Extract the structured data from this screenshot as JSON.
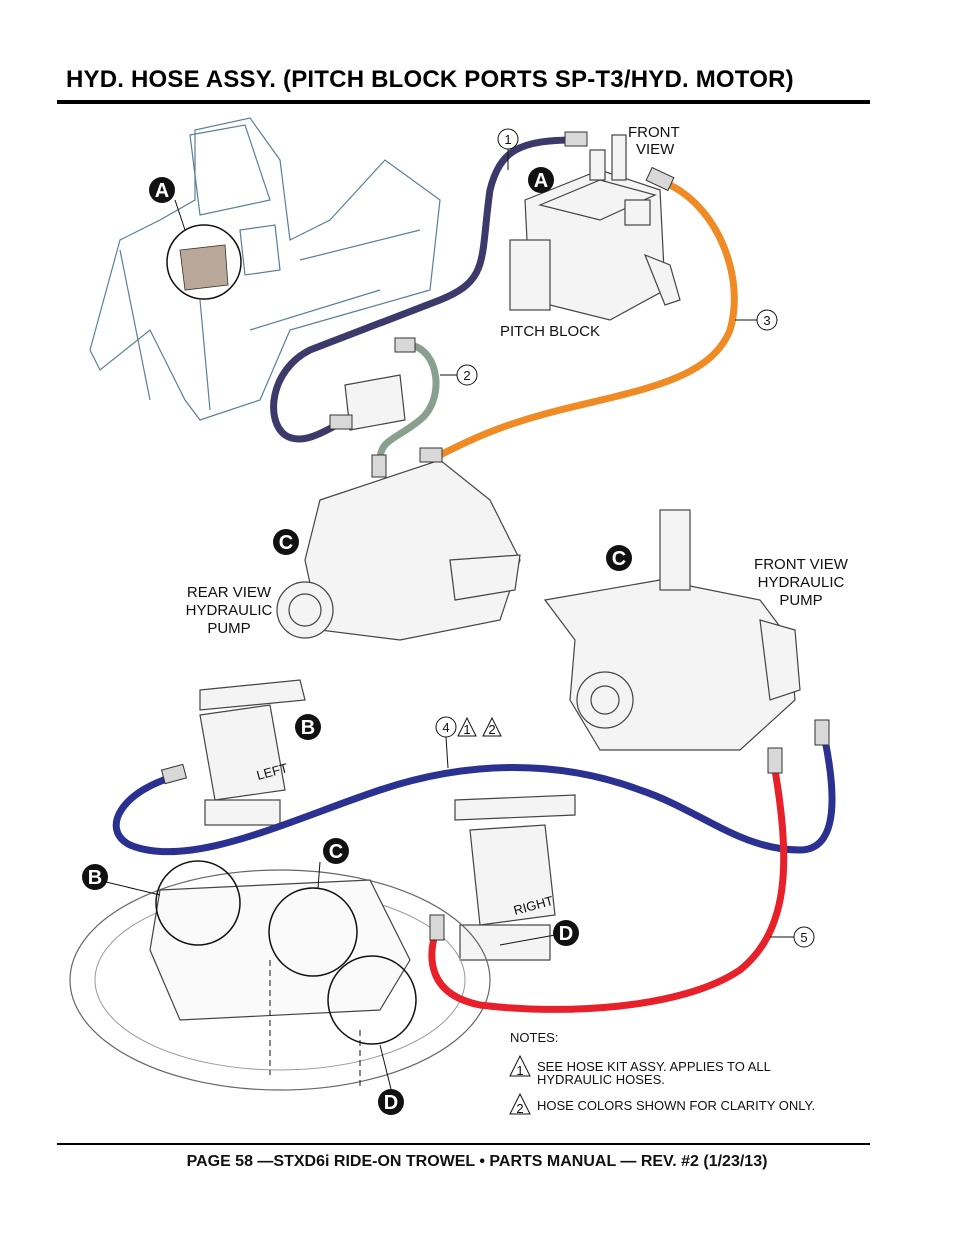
{
  "page": {
    "title": "HYD. HOSE ASSY. (PITCH BLOCK PORTS SP-T3/HYD. MOTOR)",
    "footer": "PAGE 58 —STXD6i RIDE-ON TROWEL • PARTS MANUAL — REV. #2 (1/23/13)"
  },
  "labels": {
    "front_view_1": "FRONT",
    "front_view_2": "VIEW",
    "pitch_block": "PITCH BLOCK",
    "rear_view_1": "REAR VIEW",
    "rear_view_2": "HYDRAULIC",
    "rear_view_3": "PUMP",
    "front_pump_1": "FRONT VIEW",
    "front_pump_2": "HYDRAULIC",
    "front_pump_3": "PUMP",
    "left": "LEFT",
    "right": "RIGHT"
  },
  "detail_letters": {
    "a": "A",
    "b": "B",
    "c": "C",
    "d": "D"
  },
  "callouts": [
    "1",
    "2",
    "3",
    "4",
    "5"
  ],
  "note_flags": [
    "1",
    "2"
  ],
  "hoses": {
    "1": "#3d3a6b",
    "2": "#8aa08e",
    "3": "#f08a24",
    "4": "#2b3190",
    "5": "#e8202a"
  },
  "notes": {
    "heading": "NOTES:",
    "items": [
      {
        "flag": "1",
        "line1": "SEE HOSE KIT ASSY.  APPLIES TO ALL",
        "line2": "HYDRAULIC HOSES."
      },
      {
        "flag": "2",
        "line1": "HOSE COLORS SHOWN FOR CLARITY ONLY."
      }
    ]
  }
}
